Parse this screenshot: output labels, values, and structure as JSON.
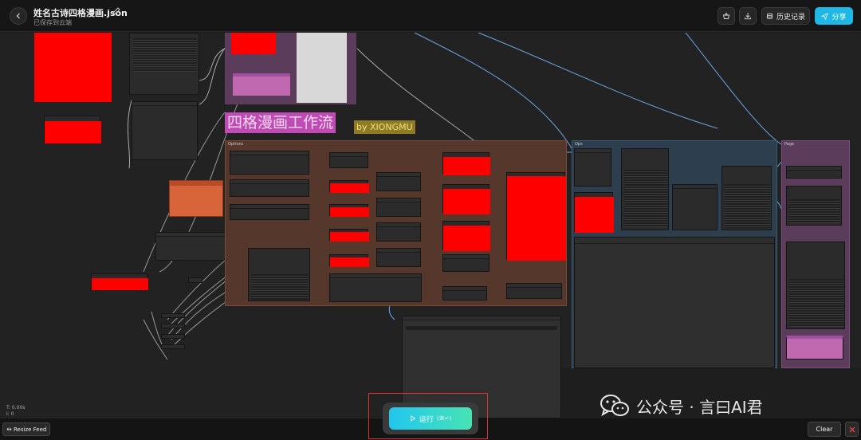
{
  "header": {
    "title": "姓名古诗四格漫画.json",
    "subtitle": "已保存到云端",
    "history_label": "历史记录",
    "share_label": "分享"
  },
  "canvas": {
    "workflow_title": "四格漫画工作流",
    "workflow_author": "by XIONGMU",
    "groups": {
      "left_group_label": "Options",
      "mid_group_label": "Ops",
      "right_group_label": "Page"
    },
    "stats": {
      "line1": "T: 0.00s",
      "line2": "I: 0"
    }
  },
  "run": {
    "label": "运行",
    "shortcut": "(⌘↵)"
  },
  "footer": {
    "resize_label": "Resize Feed",
    "clear_label": "Clear"
  },
  "watermark": {
    "text": "公众号 · 言曰AI君"
  },
  "icons": [
    "back-icon",
    "edit-icon",
    "basket-icon",
    "download-icon",
    "history-icon",
    "send-icon",
    "play-icon",
    "resize-icon",
    "close-icon",
    "wechat-icon"
  ],
  "colors": {
    "accent": "#1fb7e6",
    "run_gradient_start": "#22c6ee",
    "run_gradient_end": "#47e3b5",
    "image_placeholder": "#ff0000",
    "wire_blue": "#6aa8e8",
    "wire_yellow": "#e8b020",
    "wire_pink": "#e887c7"
  }
}
